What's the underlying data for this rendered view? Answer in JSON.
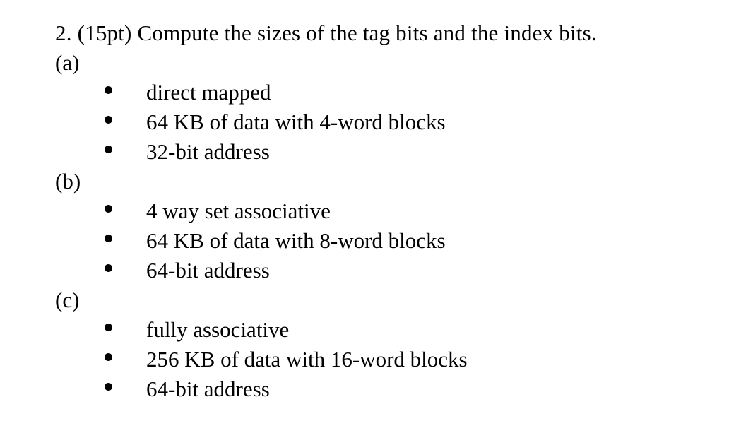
{
  "page": {
    "background": "#ffffff",
    "text_color": "#000000"
  },
  "problem": {
    "title": "2. (15pt) Compute the sizes of the tag bits and the index bits.",
    "sections": [
      {
        "label": "(a)",
        "items": [
          "direct mapped",
          "64 KB of data with 4-word blocks",
          "32-bit address"
        ]
      },
      {
        "label": "(b)",
        "items": [
          "4 way set associative",
          "64 KB of data with 8-word blocks",
          "64-bit address"
        ]
      },
      {
        "label": "(c)",
        "items": [
          "fully associative",
          "256 KB of data with 16-word blocks",
          "64-bit address"
        ]
      }
    ]
  }
}
